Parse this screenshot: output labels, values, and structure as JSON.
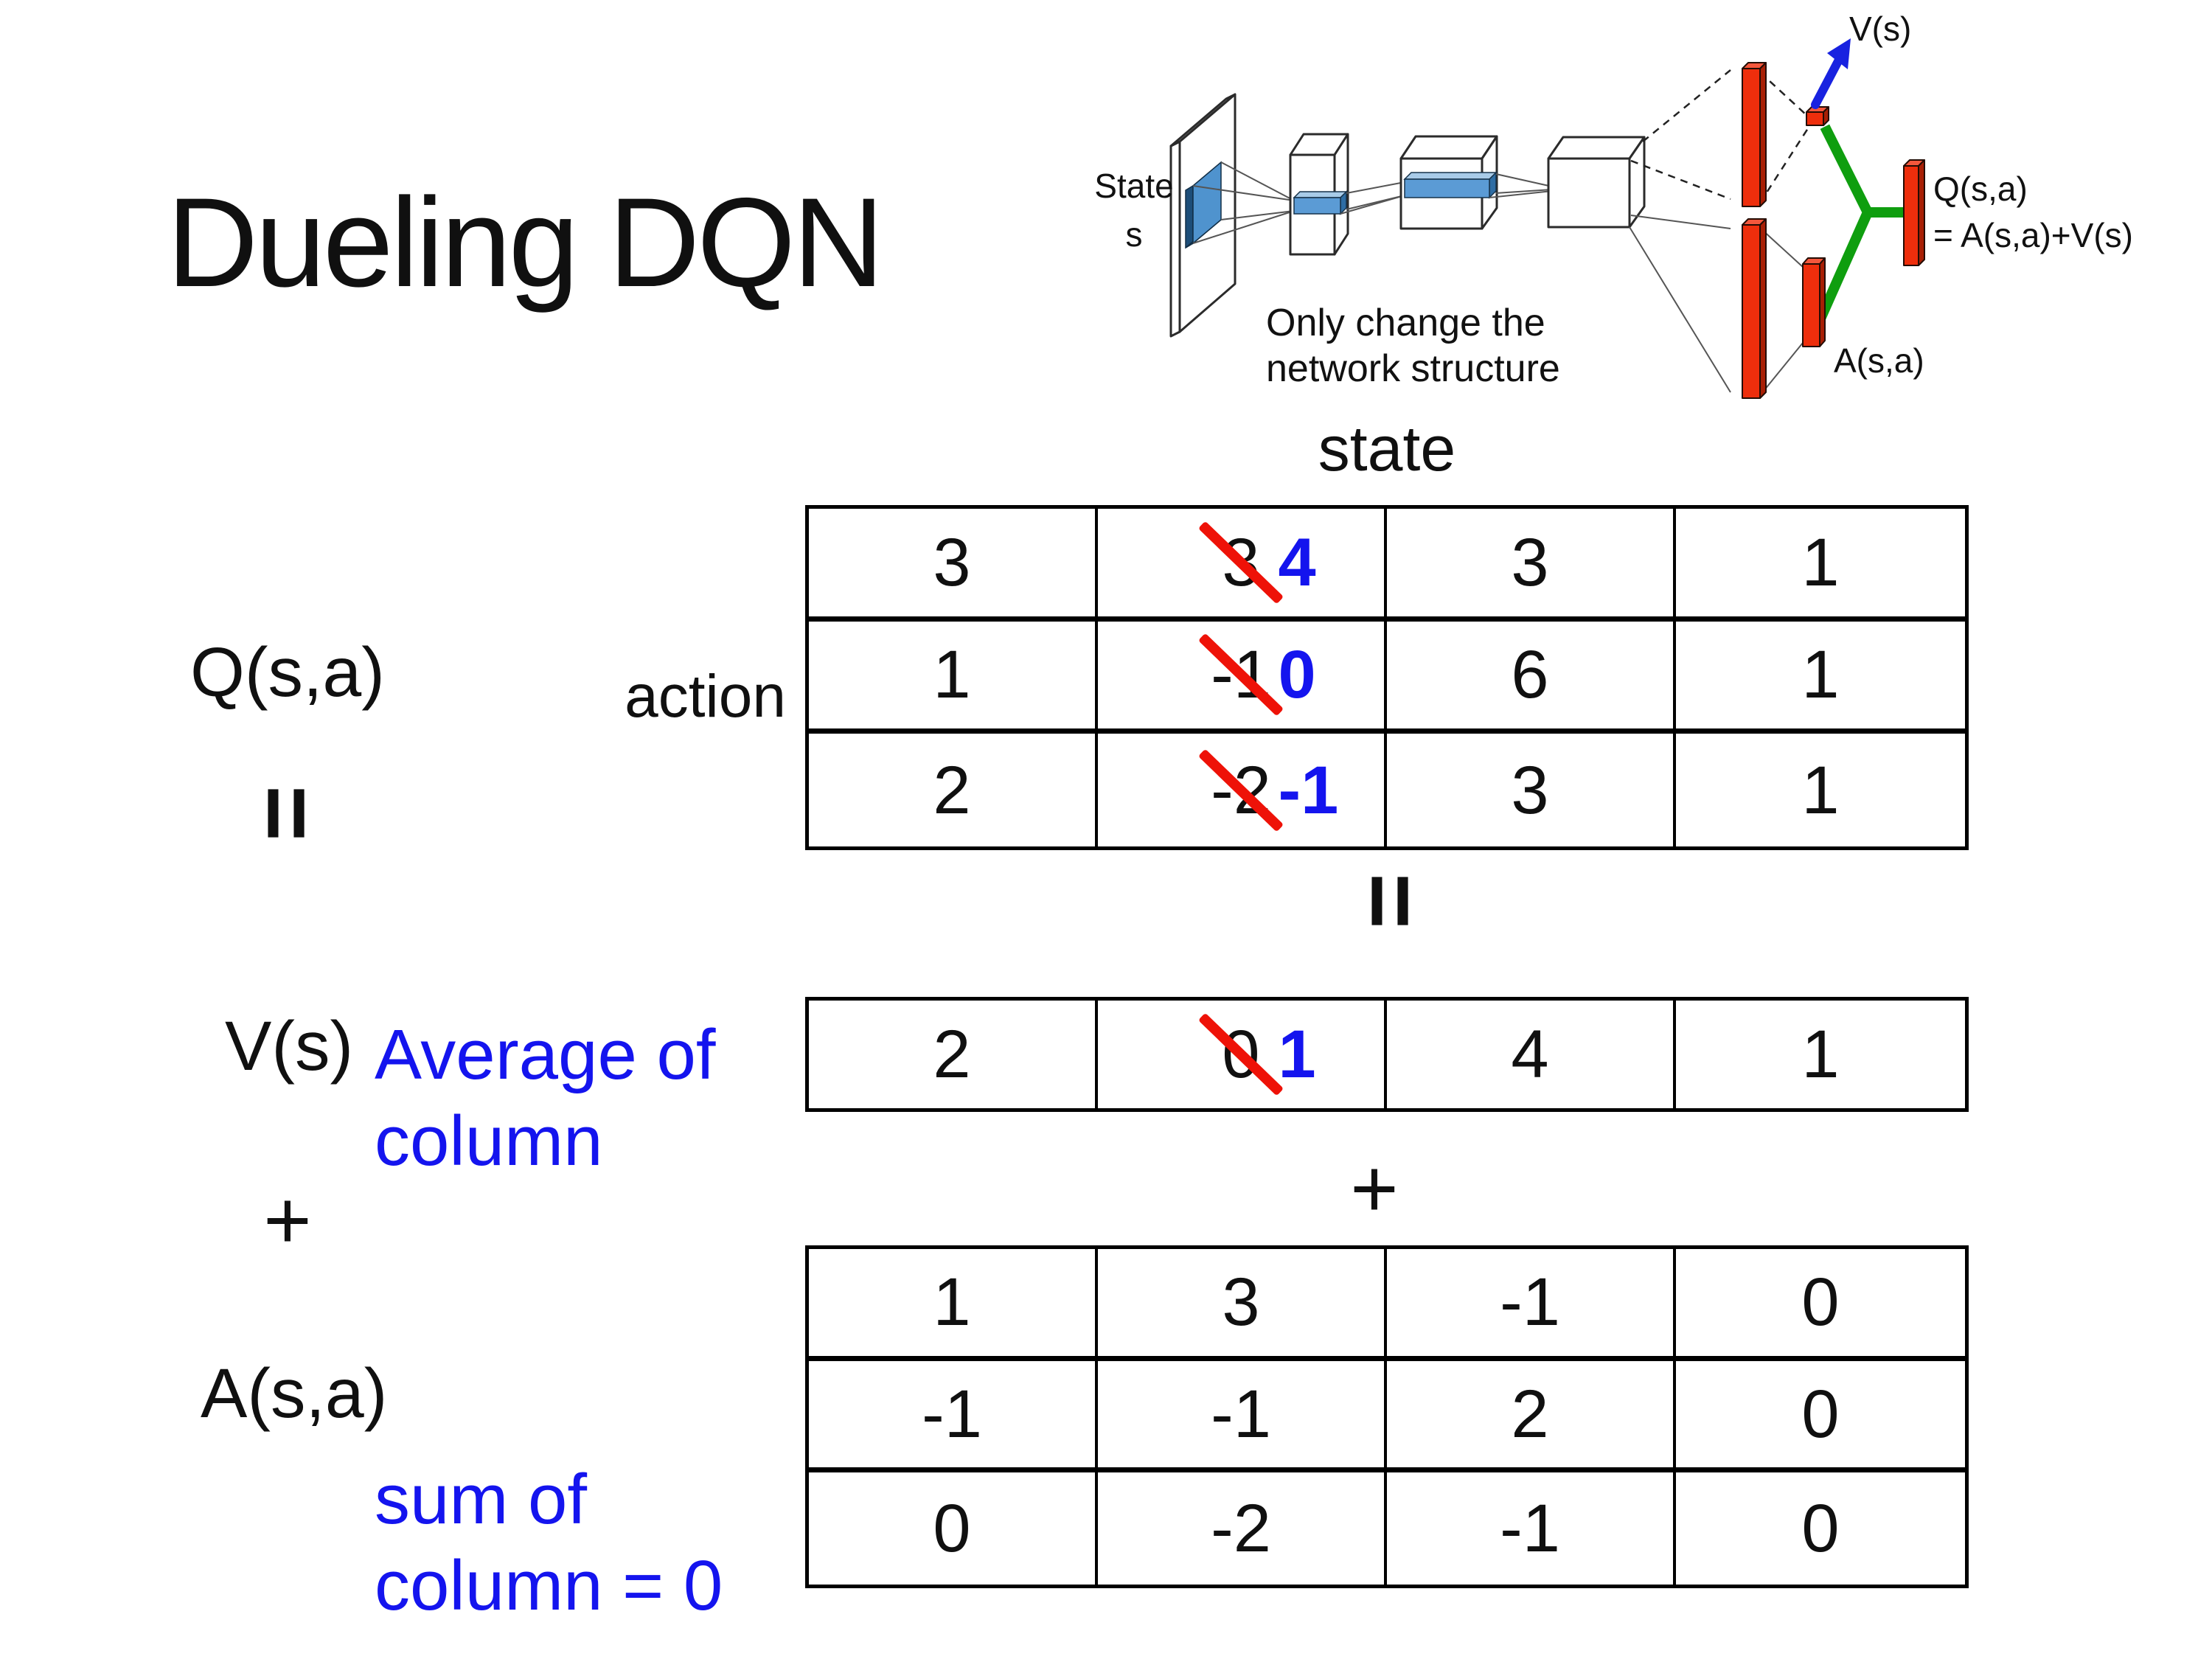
{
  "slide": {
    "title": "Dueling DQN",
    "background": "#ffffff"
  },
  "theme": {
    "annotation_blue": "#1414ee",
    "strike_red": "#ee1208",
    "note_blue": "#1c28e0",
    "bar_red": "#ee2e0c",
    "bar_red_dark": "#a81f05",
    "bar_red_top": "#f4573c",
    "green": "#0f9e0f",
    "arrow_blue": "#1822e0",
    "slab_blue": "#5b9bd5",
    "slab_blue_light": "#a8cbe8",
    "slab_blue_dark": "#2e6da4",
    "patch_blue": "#4f93ce",
    "patch_blue_dark": "#1d4e79"
  },
  "network_diagram": {
    "state_label": [
      "State",
      "s"
    ],
    "note": [
      "Only change the",
      "network structure"
    ],
    "v_output_label": "V(s)",
    "q_output_label": [
      "Q(s,a)",
      "= A(s,a)+V(s)"
    ],
    "a_output_label": "A(s,a)"
  },
  "matrices": {
    "state_header": "state",
    "action_label": "action",
    "q_label": "Q(s,a)",
    "v_label": "V(s)",
    "a_label": "A(s,a)",
    "equals_symbol": "=",
    "plus_symbol": "+",
    "avg_note": [
      "Average of",
      "column"
    ],
    "sum_note": [
      "sum of",
      "column = 0"
    ],
    "q_table": [
      [
        {
          "v": "3"
        },
        {
          "v": "3",
          "strike": true,
          "new": "4"
        },
        {
          "v": "3"
        },
        {
          "v": "1"
        }
      ],
      [
        {
          "v": "1"
        },
        {
          "v": "-1",
          "strike": true,
          "new": "0"
        },
        {
          "v": "6"
        },
        {
          "v": "1"
        }
      ],
      [
        {
          "v": "2"
        },
        {
          "v": "-2",
          "strike": true,
          "new": "-1"
        },
        {
          "v": "3"
        },
        {
          "v": "1"
        }
      ]
    ],
    "v_table": [
      [
        {
          "v": "2"
        },
        {
          "v": "0",
          "strike": true,
          "new": "1"
        },
        {
          "v": "4"
        },
        {
          "v": "1"
        }
      ]
    ],
    "a_table": [
      [
        {
          "v": "1"
        },
        {
          "v": "3"
        },
        {
          "v": "-1"
        },
        {
          "v": "0"
        }
      ],
      [
        {
          "v": "-1"
        },
        {
          "v": "-1"
        },
        {
          "v": "2"
        },
        {
          "v": "0"
        }
      ],
      [
        {
          "v": "0"
        },
        {
          "v": "-2"
        },
        {
          "v": "-1"
        },
        {
          "v": "0"
        }
      ]
    ]
  }
}
